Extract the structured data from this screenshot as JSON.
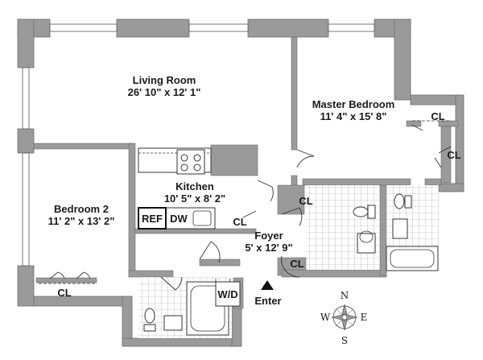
{
  "rooms": {
    "living": {
      "name": "Living Room",
      "dims": "26' 10\" x 12' 1\""
    },
    "master": {
      "name": "Master Bedroom",
      "dims": "11' 4\" x 15' 8\""
    },
    "kitchen": {
      "name": "Kitchen",
      "dims": "10' 5\" x 8' 2\""
    },
    "bedroom2": {
      "name": "Bedroom 2",
      "dims": "11' 2\" x 13' 2\""
    },
    "foyer": {
      "name": "Foyer",
      "dims": "5' x 12' 9\""
    }
  },
  "fixtures": {
    "closet": "CL",
    "refrigerator": "REF",
    "dishwasher": "DW",
    "washer_dryer": "W/D"
  },
  "entrance": {
    "label": "Enter"
  },
  "compass": {
    "n": "N",
    "s": "S",
    "e": "E",
    "w": "W"
  },
  "colors": {
    "wall": "#9a9a9a",
    "wall_edge": "#6e6e6e",
    "line": "#333333",
    "window": "#ffffff"
  }
}
